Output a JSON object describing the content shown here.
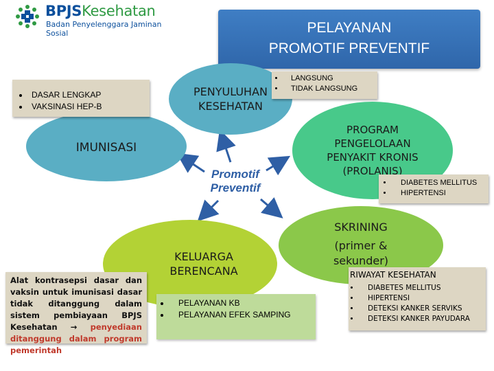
{
  "logo": {
    "brand_main": "BPJS",
    "brand_accent": "Kesehatan",
    "subtitle": "Badan Penyelenggara Jaminan Sosial"
  },
  "title": {
    "line1": "PELAYANAN",
    "line2": "PROMOTIF PREVENTIF"
  },
  "center": {
    "line1": "Promotif",
    "line2": "Preventif"
  },
  "nodes": {
    "penyuluhan": {
      "line1": "PENYULUHAN",
      "line2": "KESEHATAN",
      "items": [
        "LANGSUNG",
        "TIDAK LANGSUNG"
      ]
    },
    "imunisasi": {
      "label": "IMUNISASI",
      "items": [
        "DASAR LENGKAP",
        "VAKSINASI HEP-B"
      ]
    },
    "prolanis": {
      "line1": "PROGRAM",
      "line2": "PENGELOLAAN",
      "line3": "PENYAKIT KRONIS",
      "line4": "(PROLANIS)",
      "items": [
        "DIABETES MELLITUS",
        "HIPERTENSI"
      ]
    },
    "skrining": {
      "line1": "SKRINING",
      "line2": "(primer &",
      "line3": "sekunder)",
      "riwayat_title": "RIWAYAT KESEHATAN",
      "items": [
        "DIABETES MELLITUS",
        "HIPERTENSI",
        "DETEKSI KANKER SERVIKS",
        "DETEKSI KANKER PAYUDARA"
      ]
    },
    "kb": {
      "line1": "KELUARGA",
      "line2": "BERENCANA",
      "items": [
        "PELAYANAN KB",
        "PELAYANAN EFEK SAMPING"
      ]
    }
  },
  "note": {
    "text_black": "Alat kontrasepsi dasar dan vaksin untuk imunisasi dasar tidak ditanggung dalam sistem pembiayaan BPJS Kesehatan →",
    "text_red": "penyediaan ditanggung dalam program pemerintah"
  },
  "colors": {
    "title_bg": "#2f66aa",
    "penyuluhan": "#5aaec4",
    "imunisasi": "#5aaec4",
    "prolanis": "#48c98a",
    "skrining": "#8bc84a",
    "kb": "#b3d235",
    "arrow": "#2f5fa5",
    "tan": "#ddd6c3",
    "green_box": "#bedb9a"
  }
}
